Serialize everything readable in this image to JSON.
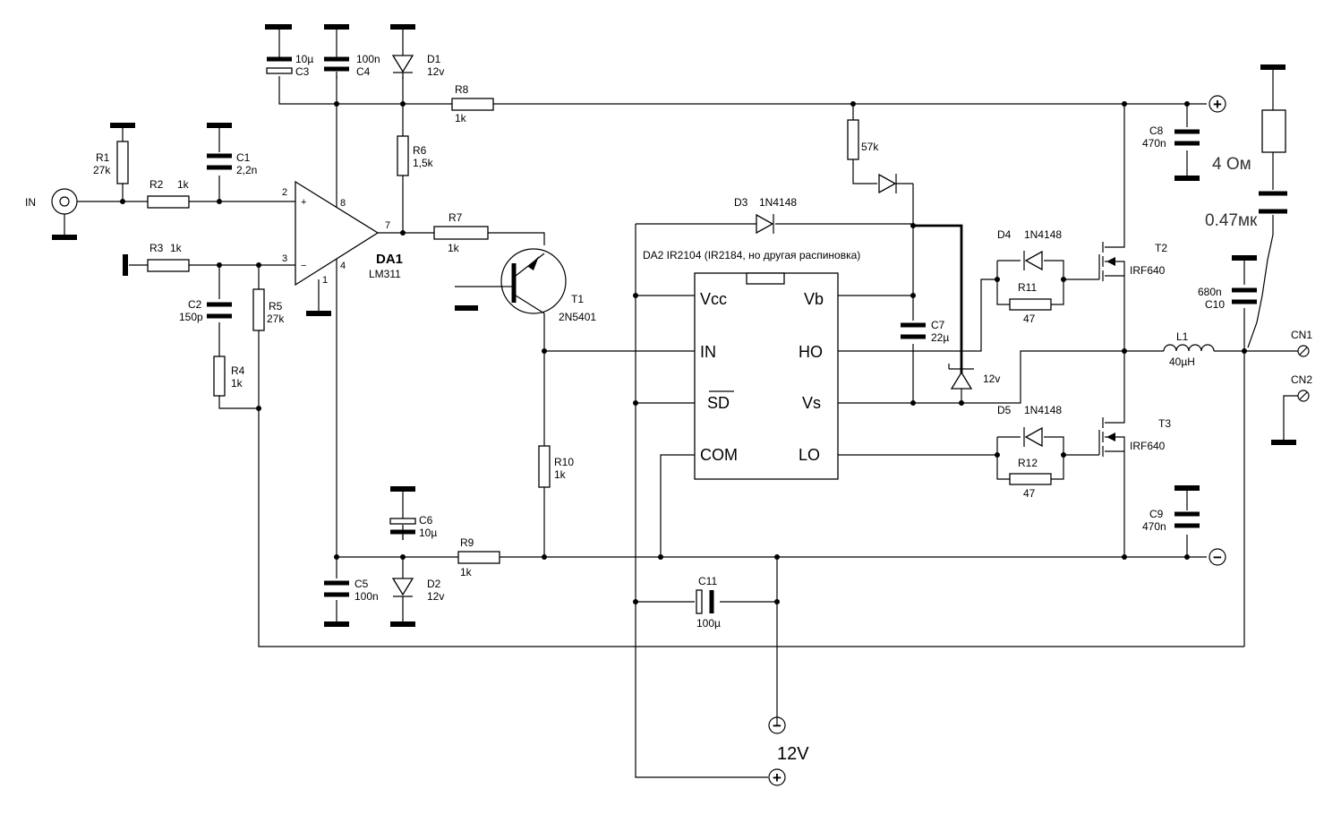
{
  "input": {
    "label": "IN"
  },
  "opamp": {
    "ref": "DA1",
    "part": "LM311",
    "pin_plus": "+",
    "pin_minus": "−",
    "pin2": "2",
    "pin3": "3",
    "pin8": "8",
    "pin7": "7",
    "pin4": "4",
    "pin1": "1"
  },
  "resistors": {
    "r1": {
      "ref": "R1",
      "value": "27k"
    },
    "r2": {
      "ref": "R2",
      "value": "1k"
    },
    "r3": {
      "ref": "R3",
      "value": "1k"
    },
    "r4": {
      "ref": "R4",
      "value": "1k"
    },
    "r5": {
      "ref": "R5",
      "value": "27k"
    },
    "r6": {
      "ref": "R6",
      "value": "1,5k"
    },
    "r7": {
      "ref": "R7",
      "value": "1k"
    },
    "r8": {
      "ref": "R8",
      "value": "1k"
    },
    "r9": {
      "ref": "R9",
      "value": "1k"
    },
    "r10": {
      "ref": "R10",
      "value": "1k"
    },
    "r11": {
      "ref": "R11",
      "value": "47"
    },
    "r12": {
      "ref": "R12",
      "value": "47"
    },
    "r57k": {
      "value": "57k"
    }
  },
  "capacitors": {
    "c1": {
      "ref": "C1",
      "value": "2,2n"
    },
    "c2": {
      "ref": "C2",
      "value": "150p"
    },
    "c3": {
      "ref": "C3",
      "value": "10µ"
    },
    "c4": {
      "ref": "C4",
      "value": "100n"
    },
    "c5": {
      "ref": "C5",
      "value": "100n"
    },
    "c6": {
      "ref": "C6",
      "value": "10µ"
    },
    "c7": {
      "ref": "C7",
      "value": "22µ"
    },
    "c8": {
      "ref": "C8",
      "value": "470n"
    },
    "c9": {
      "ref": "C9",
      "value": "470n"
    },
    "c10": {
      "ref": "C10",
      "value": "680n"
    },
    "c11": {
      "ref": "C11",
      "value": "100µ"
    }
  },
  "diodes": {
    "d1": {
      "ref": "D1",
      "value": "12v"
    },
    "d2": {
      "ref": "D2",
      "value": "12v"
    },
    "d3": {
      "ref": "D3",
      "value": "1N4148"
    },
    "d4": {
      "ref": "D4",
      "value": "1N4148"
    },
    "d5": {
      "ref": "D5",
      "value": "1N4148"
    },
    "dz": {
      "value": "12v"
    }
  },
  "transistor_t1": {
    "ref": "T1",
    "part": "2N5401"
  },
  "mosfets": {
    "t2": {
      "ref": "T2",
      "part": "IRF640"
    },
    "t3": {
      "ref": "T3",
      "part": "IRF640"
    }
  },
  "driver": {
    "caption": "DA2  IR2104 (IR2184, но другая распиновка)",
    "pins": {
      "vcc": "Vcc",
      "in": "IN",
      "sd": "SD",
      "com": "COM",
      "vb": "Vb",
      "ho": "HO",
      "vs": "Vs",
      "lo": "LO"
    }
  },
  "inductor": {
    "ref": "L1",
    "value": "40µH"
  },
  "connectors": {
    "cn1": "CN1",
    "cn2": "CN2"
  },
  "rails": {
    "plus": "+",
    "minus": "−",
    "supply_minus": "−",
    "supply_plus": "+",
    "supply_voltage": "12V"
  },
  "load": {
    "resistance": "4 Ом",
    "capacitance": "0.47мк"
  }
}
